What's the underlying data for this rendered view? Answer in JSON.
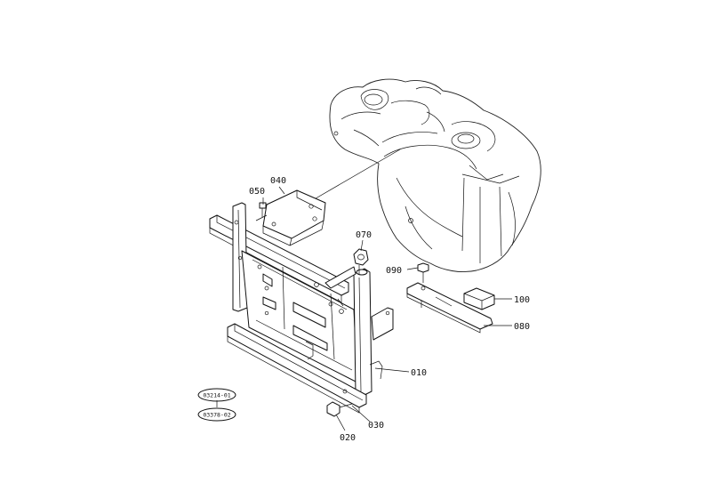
{
  "callouts": {
    "p010": "010",
    "p020": "020",
    "p030": "030",
    "p040": "040",
    "p050": "050",
    "p070": "070",
    "p080": "080",
    "p090": "090",
    "p100": "100"
  },
  "refs": {
    "top": "03214-01",
    "bottom": "03378-02"
  }
}
